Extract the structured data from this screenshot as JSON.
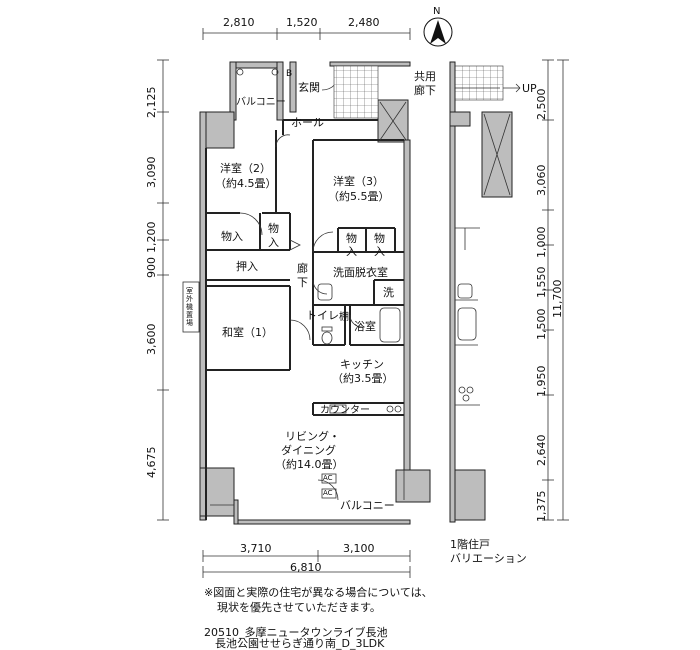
{
  "compass": {
    "north": "N"
  },
  "dims": {
    "top": [
      "2,810",
      "1,520",
      "2,480"
    ],
    "bottom_parts": [
      "3,710",
      "3,100"
    ],
    "bottom_total": "6,810",
    "left": [
      "2,125",
      "3,090",
      "1,200",
      "900",
      "3,600",
      "4,675"
    ],
    "right": [
      "2,500",
      "3,060",
      "1,000",
      "1,550",
      "1,500",
      "1,950",
      "2,640",
      "1,375"
    ],
    "right_total": "11,700"
  },
  "rooms": {
    "balcony_top": "バルコニー",
    "b_mark": "B",
    "genkan": "玄関",
    "kyoyo_1": "共用",
    "kyoyo_2": "廊下",
    "up": "UP",
    "hall": "ホール",
    "western2_1": "洋室（2）",
    "western2_2": "（約4.5畳）",
    "western3_1": "洋室（3）",
    "western3_2": "（約5.5畳）",
    "closet_a": "物入",
    "closet_b_1": "物",
    "closet_b_2": "入",
    "closet_c_1": "物",
    "closet_c_2": "入",
    "closet_d_1": "物",
    "closet_d_2": "入",
    "oshiire": "押入",
    "rouka_1": "廊",
    "rouka_2": "下",
    "washroom": "洗面脱衣室",
    "washer": "洗",
    "toilet": "トイレ",
    "shelf": "棚",
    "bath": "浴室",
    "washitsu": "和室（1）",
    "kitchen_1": "キッチン",
    "kitchen_2": "（約3.5畳）",
    "counter": "カウンター",
    "living_1": "リビング・",
    "living_2": "ダイニング",
    "living_3": "（約14.0畳）",
    "ac1": "AC",
    "ac2": "AC",
    "balcony_bottom": "バルコニー",
    "side_storage": "室外機置場"
  },
  "variation": {
    "line1": "1階住戸",
    "line2": "バリエーション"
  },
  "notes": {
    "line1": "※図面と実際の住宅が異なる場合については、",
    "line2": "現状を優先させていただきます。",
    "code": "20510_多摩ニュータウンライブ長池",
    "line4": "長池公園せせらぎ通り南_D_3LDK"
  }
}
